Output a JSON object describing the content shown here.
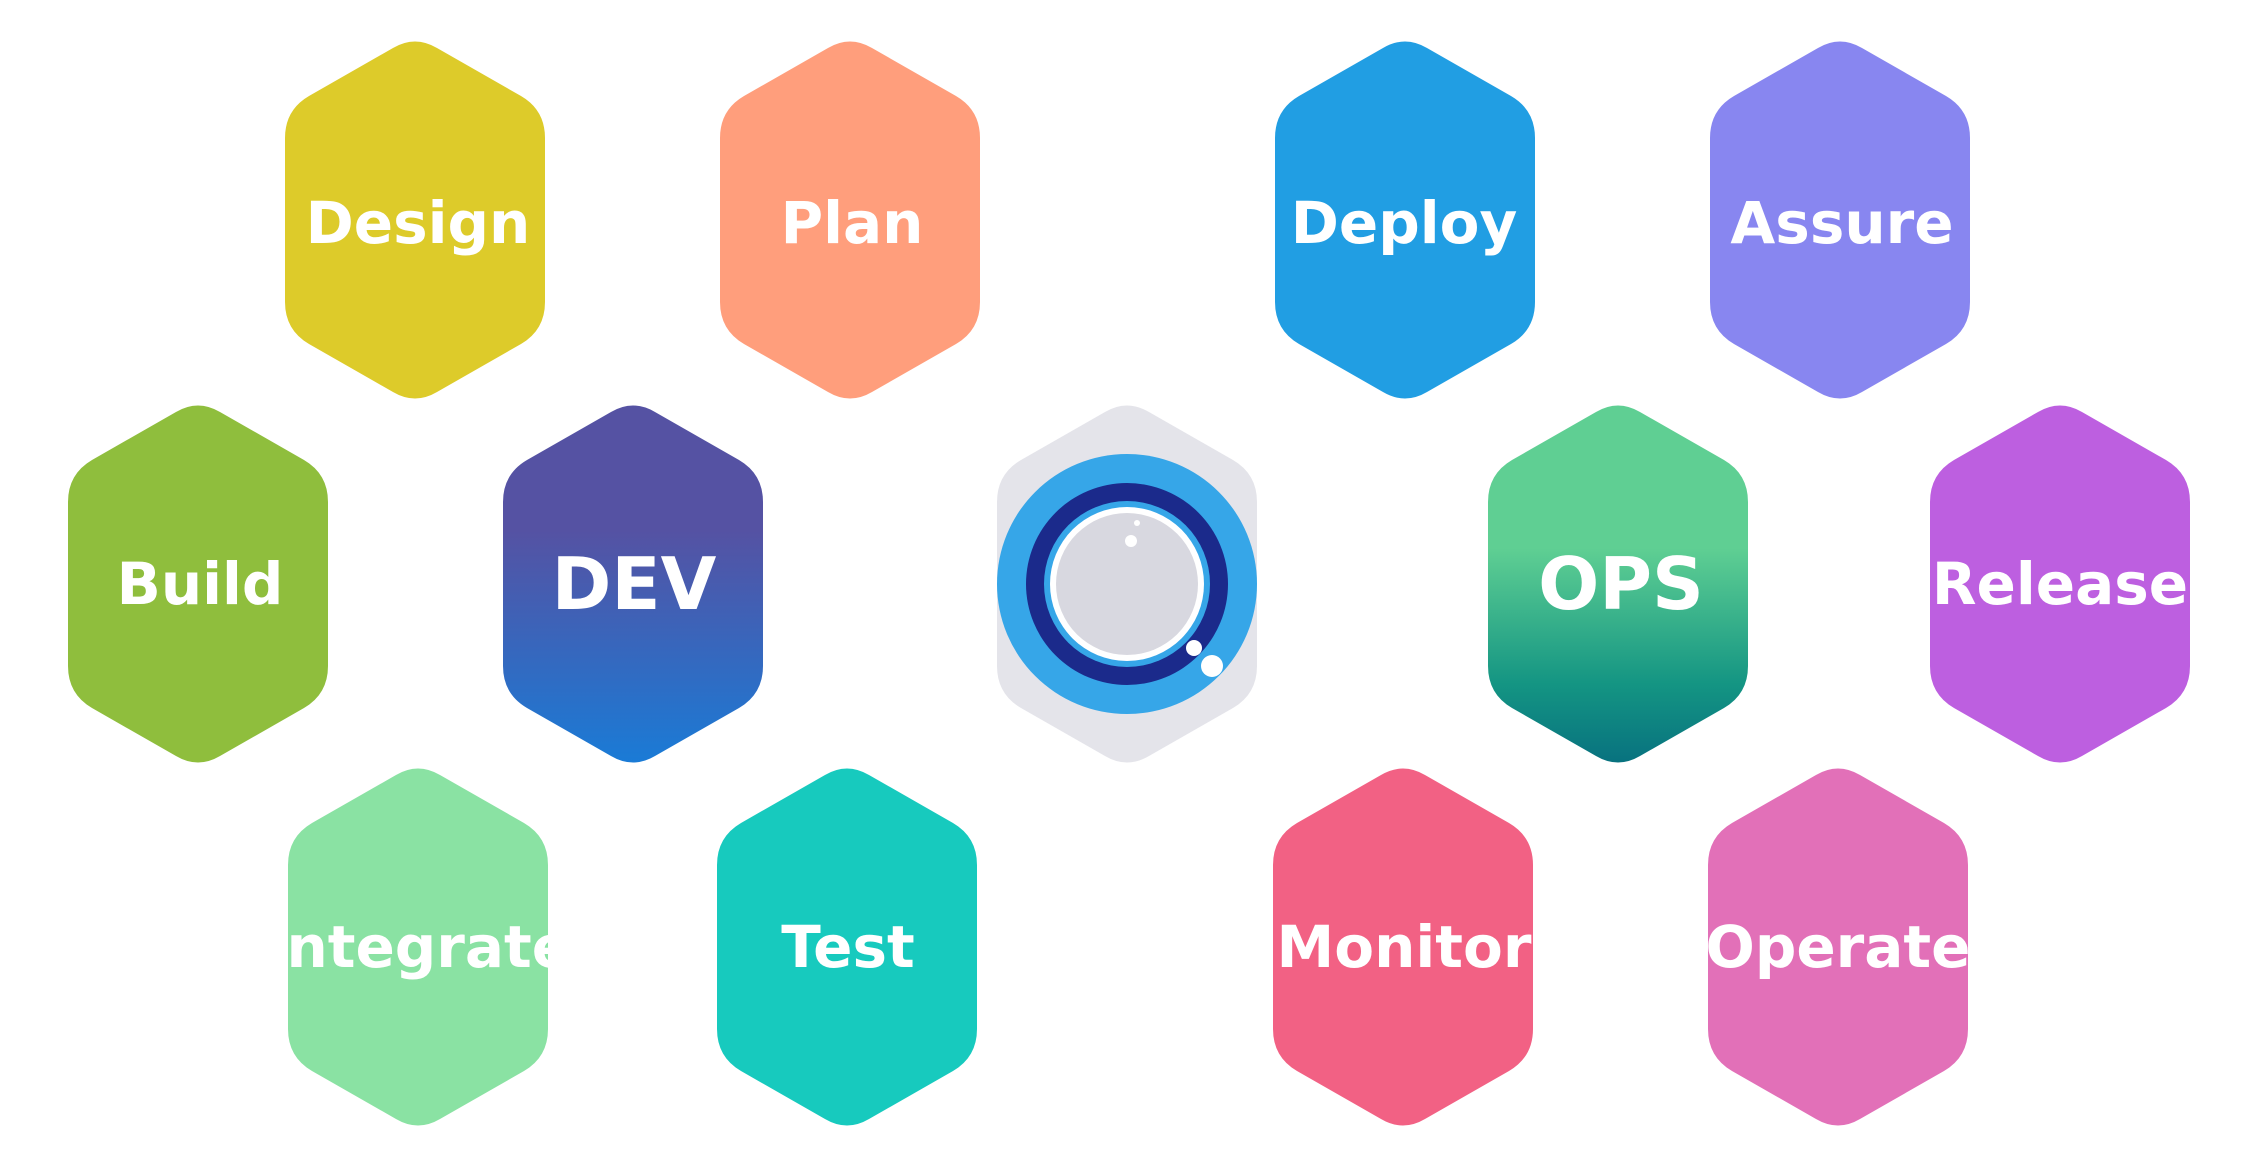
{
  "center": {
    "label": "DEV",
    "ops_label": "OPS",
    "icon": "lens-icon"
  },
  "stages": {
    "design": {
      "label": "Design",
      "color": "#DDCB2A"
    },
    "plan": {
      "label": "Plan",
      "color": "#FF9E7C"
    },
    "deploy": {
      "label": "Deploy",
      "color": "#219EE3"
    },
    "assure": {
      "label": "Assure",
      "color": "#8886F0"
    },
    "build": {
      "label": "Build",
      "color": "#8FBE3D"
    },
    "dev": {
      "label": "DEV",
      "color": "#5552A3",
      "color2": "#1A7BD6"
    },
    "ops": {
      "label": "OPS",
      "color": "#5FCF93",
      "color2": "#08727F"
    },
    "release": {
      "label": "Release",
      "color": "#BD5FE0"
    },
    "integrate": {
      "label": "Integrate",
      "color": "#8AE2A3"
    },
    "test": {
      "label": "Test",
      "color": "#17CABE"
    },
    "monitor": {
      "label": "Monitor",
      "color": "#F26184"
    },
    "operate": {
      "label": "Operate",
      "color": "#E270B8"
    }
  }
}
